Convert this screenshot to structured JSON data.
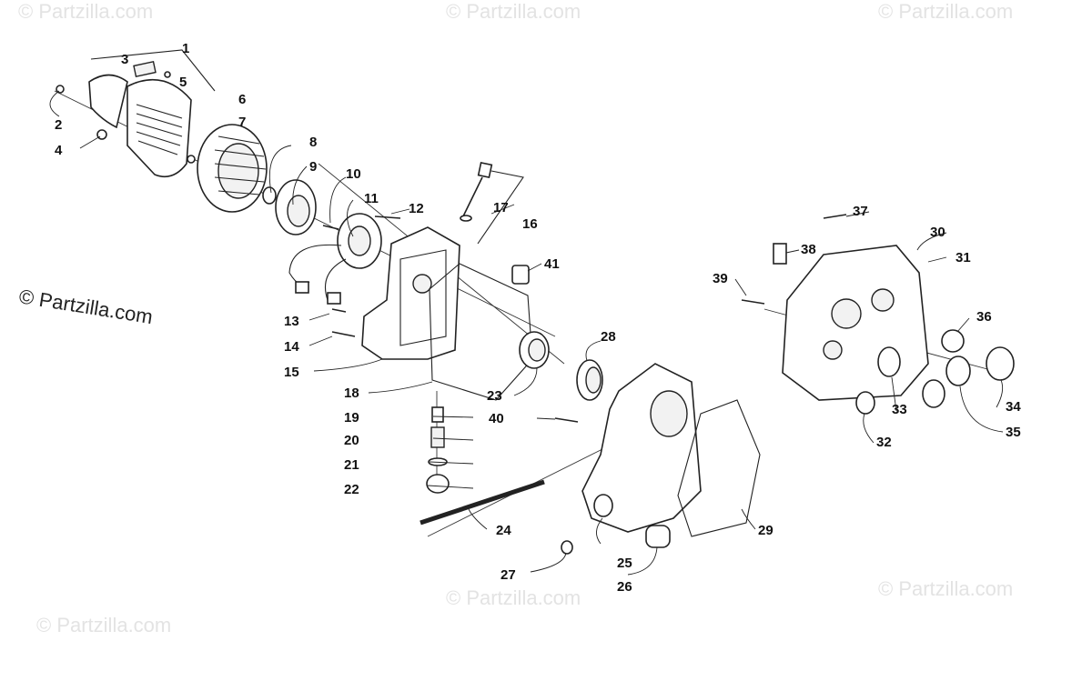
{
  "watermarks": {
    "main": "© Partzilla.com",
    "faint": "© Partzilla.com"
  },
  "callouts": [
    "1",
    "2",
    "3",
    "4",
    "5",
    "6",
    "7",
    "8",
    "9",
    "10",
    "11",
    "12",
    "13",
    "14",
    "15",
    "16",
    "17",
    "18",
    "19",
    "20",
    "21",
    "22",
    "23",
    "24",
    "25",
    "26",
    "27",
    "28",
    "29",
    "30",
    "31",
    "32",
    "33",
    "34",
    "35",
    "36",
    "37",
    "38",
    "39",
    "40",
    "41"
  ],
  "colors": {
    "line": "#222222",
    "watermark": "#e3e3e3",
    "background": "#ffffff"
  }
}
